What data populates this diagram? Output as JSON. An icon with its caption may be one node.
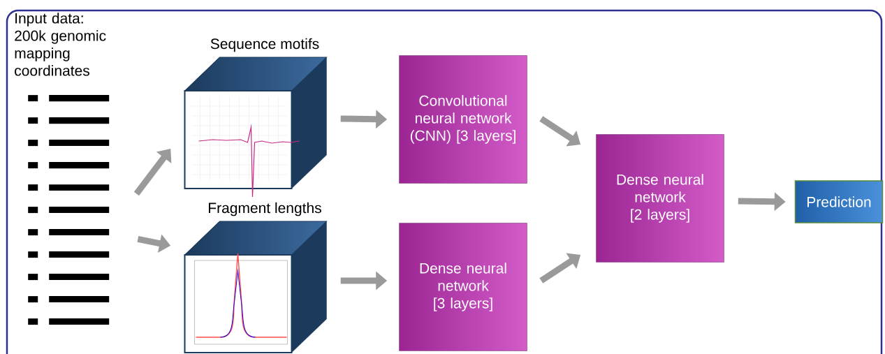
{
  "diagram": {
    "nodes": [
      {
        "text": [
          "Input data: 200k genomic mapping coordinates"
        ]
      },
      {
        "text": [
          "Sequence motifs"
        ]
      },
      {
        "text": [
          "Fragment lengths"
        ]
      },
      {
        "text": [
          "Convolutional neural network (CNN) [3 layers]"
        ]
      },
      {
        "text": [
          "Dense neural network [3 layers]"
        ]
      },
      {
        "text": [
          "Dense neural network [2 layers]"
        ]
      },
      {
        "text": [
          "Prediction"
        ]
      }
    ],
    "edges": [
      {
        "from": 0,
        "to": 1,
        "arrow": "to"
      },
      {
        "from": 0,
        "to": 2,
        "arrow": "to"
      },
      {
        "from": 1,
        "to": 3,
        "arrow": "to"
      },
      {
        "from": 2,
        "to": 4,
        "arrow": "to"
      },
      {
        "from": 3,
        "to": 5,
        "arrow": "to"
      },
      {
        "from": 4,
        "to": 5,
        "arrow": "to"
      },
      {
        "from": 5,
        "to": 6,
        "arrow": "to"
      }
    ]
  }
}
